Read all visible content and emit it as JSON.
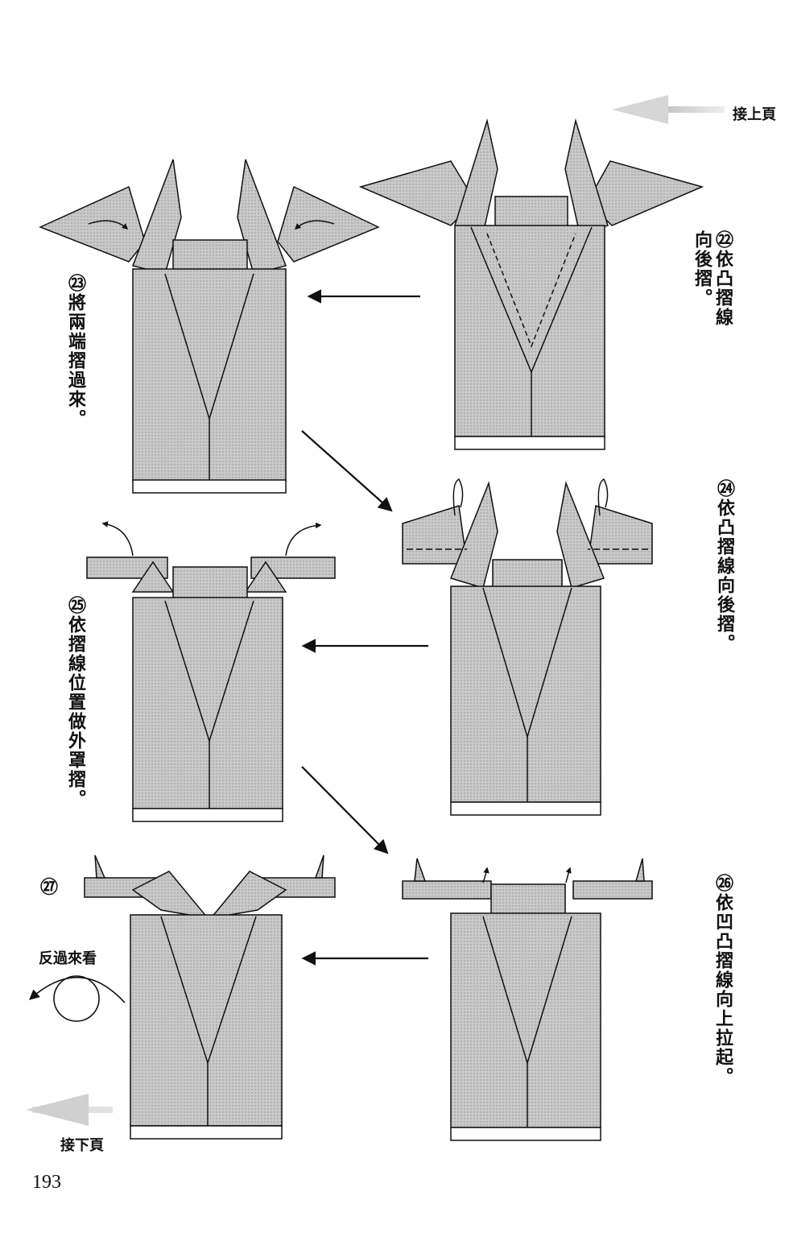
{
  "nav": {
    "prev_label": "接上頁",
    "next_label": "接下頁"
  },
  "page_number": "193",
  "steps": [
    {
      "num": "㉒",
      "text": "依凸摺線向後摺。"
    },
    {
      "num": "㉓",
      "text": "將兩端摺過來。"
    },
    {
      "num": "㉔",
      "text": "依凸摺線向後摺。"
    },
    {
      "num": "㉕",
      "text": "依摺線位置做外罩摺。"
    },
    {
      "num": "㉖",
      "text": "依凹凸摺線向上拉起。"
    },
    {
      "num": "㉗",
      "text": ""
    }
  ],
  "flip_label": "反過來看",
  "colors": {
    "paper": "#c8c8c8",
    "stroke": "#111111",
    "hem": "#ffffff"
  }
}
